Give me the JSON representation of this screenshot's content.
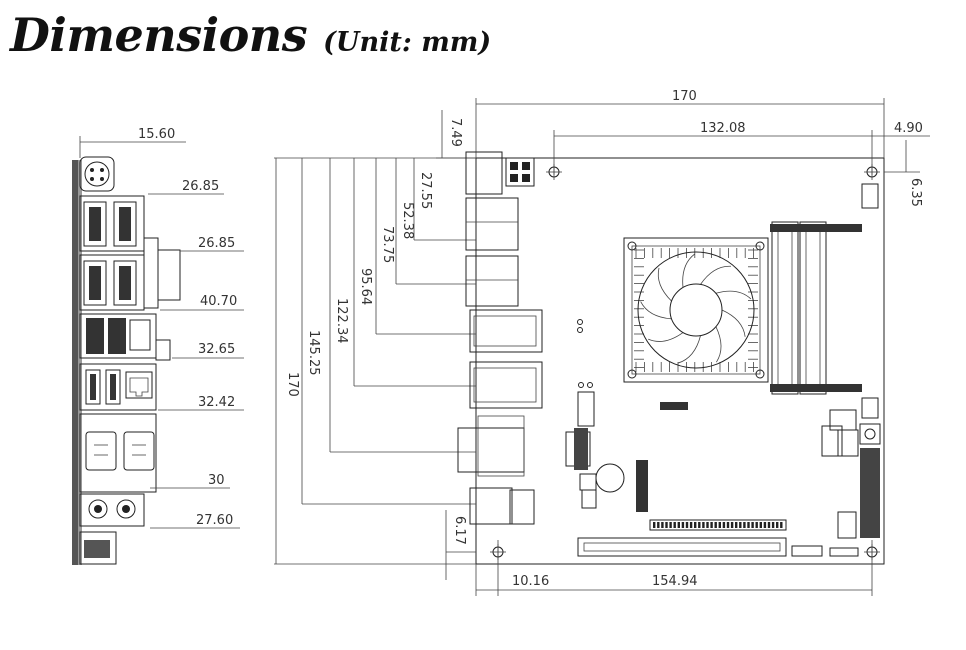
{
  "title": {
    "main": "Dimensions",
    "unit": "(Unit: mm)"
  },
  "side_view_dims": [
    "15.60",
    "26.85",
    "26.85",
    "40.70",
    "32.65",
    "32.42",
    "30",
    "27.60"
  ],
  "top_dims": {
    "width": "170",
    "hole_span": "132.08",
    "hole_offset": "4.90"
  },
  "vertical_left_dims": [
    "7.49",
    "27.55",
    "52.38",
    "73.75",
    "95.64",
    "122.34",
    "145.25",
    "170"
  ],
  "right_dims": {
    "hole_from_top": "6.35"
  },
  "bottom_dims": {
    "hole_from_bottom": "6.17",
    "left_hole": "10.16",
    "hole_span": "154.94"
  }
}
